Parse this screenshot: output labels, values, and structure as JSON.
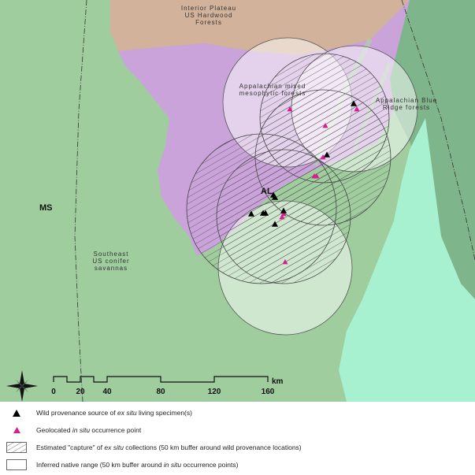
{
  "colors": {
    "conifer_savanna": "#9fcd9e",
    "mixed_mesophytic": "#c9a3d9",
    "interior_plateau": "#d2b29a",
    "blue_ridge": "#7fb58a",
    "south_light": "#a7f0d0",
    "wild_marker": "#000000",
    "insitu_marker": "#d61f8f"
  },
  "map": {
    "regions": {
      "interior_plateau": "Interior Plateau US Hardwood Forests",
      "interior_plateau_l1": "Interior Plateau",
      "interior_plateau_l2": "US Hardwood",
      "interior_plateau_l3": "Forests",
      "mixed_l1": "Appalachian mixed",
      "mixed_l2": "mesophytic forests",
      "blue_ridge_l1": "Appalachian Blue",
      "blue_ridge_l2": "Ridge forests",
      "conifer_l1": "Southeast",
      "conifer_l2": "US conifer",
      "conifer_l3": "savannas"
    },
    "states": {
      "ms": "MS",
      "al": "AL"
    },
    "north_arrow_icon": "compass-rose-icon"
  },
  "scale_bar": {
    "unit": "km",
    "ticks": [
      "0",
      "20",
      "40",
      "80",
      "120",
      "160"
    ]
  },
  "legend": {
    "wild": {
      "pre": "Wild provenance source of ",
      "em": "ex situ",
      "post": " living specimen(s)"
    },
    "geo": {
      "pre": "Geolocated ",
      "em": "in situ",
      "post": " occurrence point"
    },
    "capture": {
      "pre": "Estimated \"capture\" of ",
      "em": "ex situ",
      "post": " collections (50 km buffer around wild provenance locations)"
    },
    "range": {
      "pre": "Inferred native range (50 km buffer around ",
      "em": "in situ",
      "post": " occurrence points)"
    }
  }
}
